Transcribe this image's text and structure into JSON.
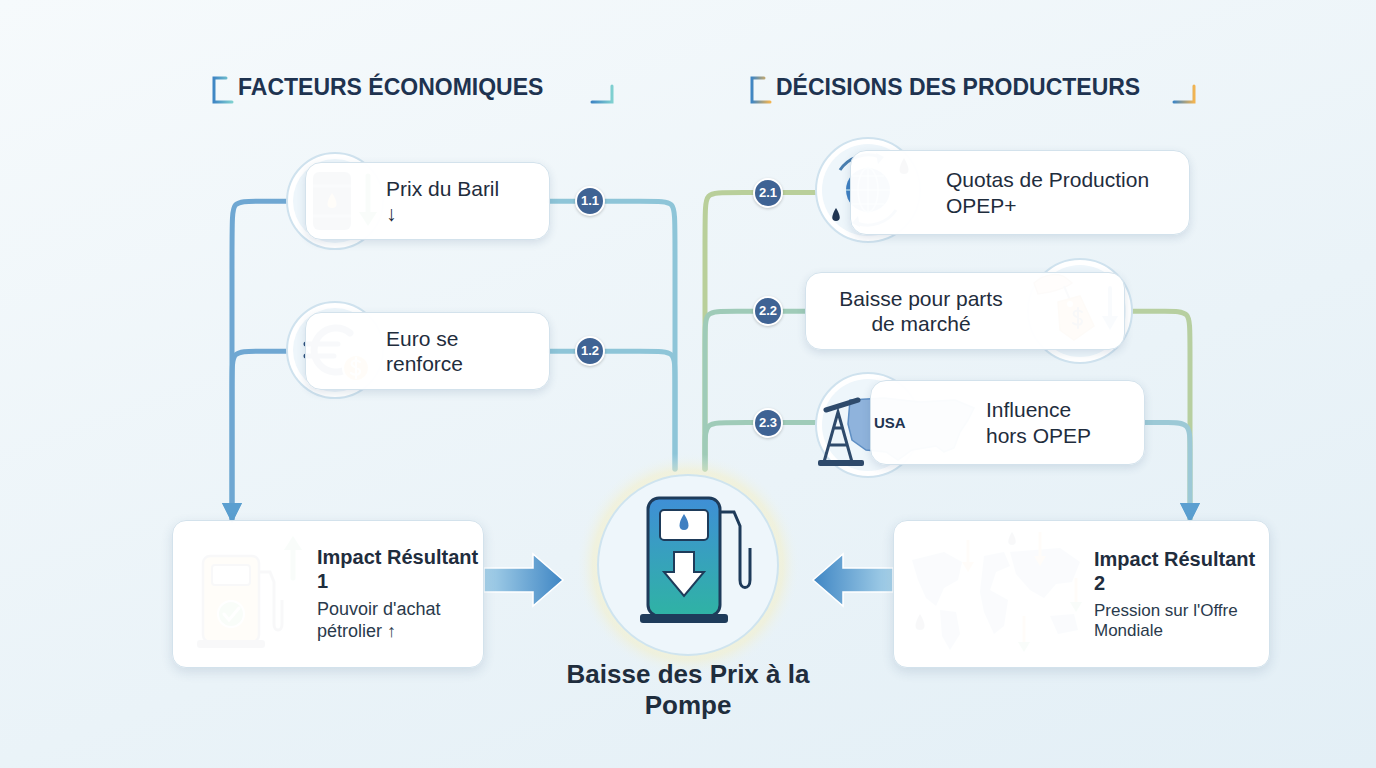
{
  "diagram": {
    "nodes": [
      {
        "text": [
          "Prix du Baril ↓"
        ]
      },
      {
        "text": [
          "Euro se renforce"
        ]
      },
      {
        "text": [
          "Quotas de Production OPEP+"
        ]
      },
      {
        "text": [
          "Baisse pour parts de marché"
        ]
      },
      {
        "text": [
          "Influence hors OPEP"
        ]
      },
      {
        "text": [
          "Impact Résultant 1",
          "Pouvoir d'achat pétrolier ↑"
        ]
      },
      {
        "text": [
          "Baisse des Prix à la Pompe"
        ]
      },
      {
        "text": [
          "Impact Résultant 2",
          "Pression sur l'Offre Mondiale"
        ]
      }
    ],
    "edges": [
      {
        "from": 0,
        "to": 6,
        "label": "1.1",
        "arrow": "none"
      },
      {
        "from": 1,
        "to": 6,
        "label": "1.2",
        "arrow": "none"
      },
      {
        "from": 2,
        "to": 6,
        "label": "2.1",
        "arrow": "none"
      },
      {
        "from": 3,
        "to": 6,
        "label": "2.2",
        "arrow": "none"
      },
      {
        "from": 4,
        "to": 6,
        "label": "2.3",
        "arrow": "none"
      },
      {
        "from": 0,
        "to": 5,
        "arrow": "to"
      },
      {
        "from": 1,
        "to": 5,
        "arrow": "to"
      },
      {
        "from": 3,
        "to": 7,
        "arrow": "to"
      },
      {
        "from": 4,
        "to": 7,
        "arrow": "to"
      },
      {
        "from": 5,
        "to": 6,
        "arrow": "to"
      },
      {
        "from": 7,
        "to": 6,
        "arrow": "to"
      }
    ],
    "labels": [
      "FACTEURS ÉCONOMIQUES",
      "DÉCISIONS DES PRODUCTEURS",
      "USA"
    ]
  }
}
